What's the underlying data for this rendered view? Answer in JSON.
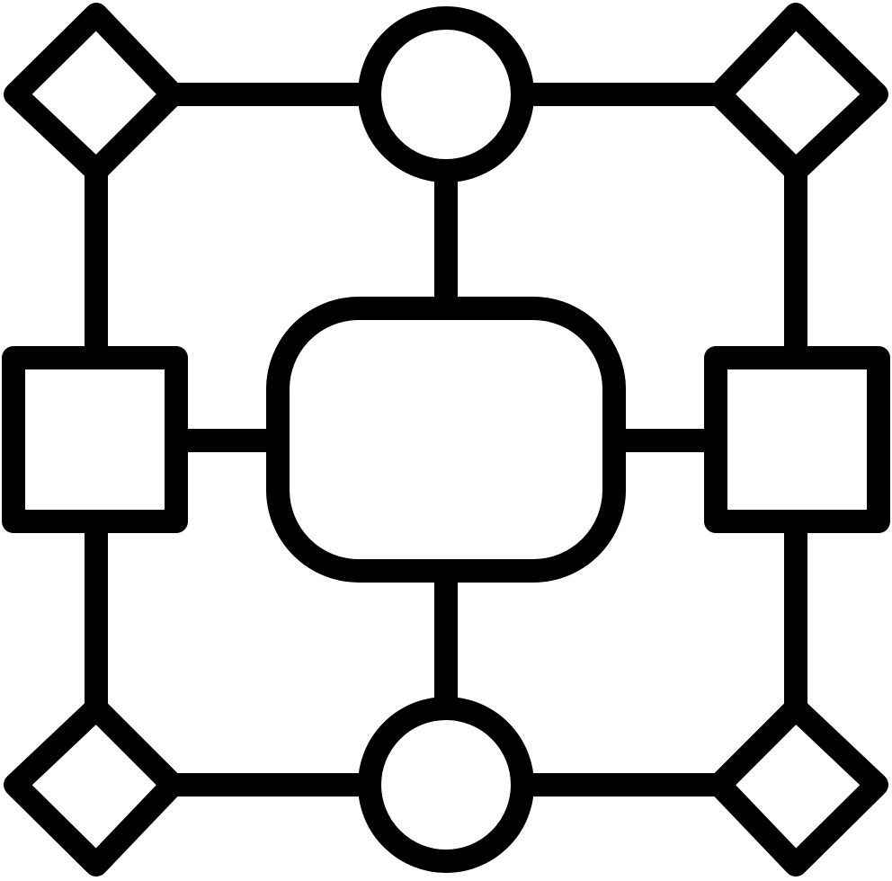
{
  "icon": {
    "name": "flowchart-network-icon",
    "stroke_color": "#000000",
    "fill_color": "#ffffff",
    "node_shapes": {
      "center": "rounded-rectangle",
      "top": "circle",
      "bottom": "circle",
      "left": "square",
      "right": "square",
      "corners": "diamond"
    }
  }
}
